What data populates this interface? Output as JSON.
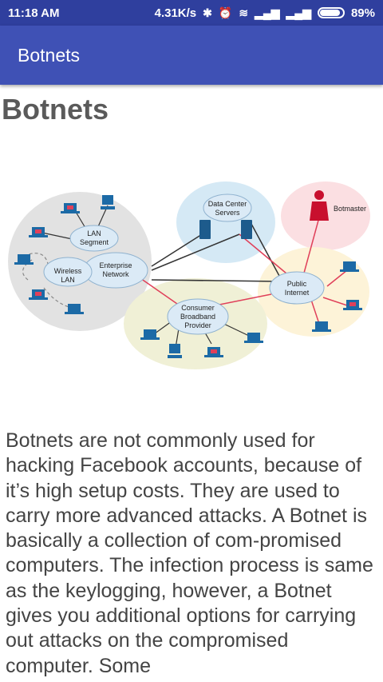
{
  "status_bar": {
    "time": "11:18 AM",
    "network_speed": "4.31K/s",
    "battery": "89%",
    "battery_level": 0.89,
    "icons": [
      "bluetooth-icon",
      "alarm-off-icon",
      "wifi-icon",
      "signal-icon",
      "signal-icon",
      "battery-icon"
    ]
  },
  "app_bar": {
    "title": "Botnets"
  },
  "article": {
    "heading": "Botnets",
    "diagram_labels": {
      "lan_segment": [
        "LAN",
        "Segment"
      ],
      "enterprise_network": [
        "Enterprise",
        "Network"
      ],
      "wireless_lan": [
        "Wireless",
        "LAN"
      ],
      "data_center_servers": [
        "Data Center",
        "Servers"
      ],
      "botmaster": "Botmaster",
      "public_internet": [
        "Public",
        "Internet"
      ],
      "consumer_broadband_provider": [
        "Consumer",
        "Broadband",
        "Provider"
      ]
    },
    "body": "Botnets are not commonly used for hacking Facebook accounts, because of it’s high setup costs. They are used to carry more advanced attacks. A Botnet is basically a collection of com-promised computers. The infection process is same as the keylogging, however, a Botnet gives you additional options for carrying out attacks on the compromised computer. Some"
  },
  "colors": {
    "status_bar": "#2f3f9e",
    "app_bar": "#3f51b5",
    "heading": "#5a5a5a",
    "body_text": "#444444",
    "infected_link": "#e0405a"
  }
}
